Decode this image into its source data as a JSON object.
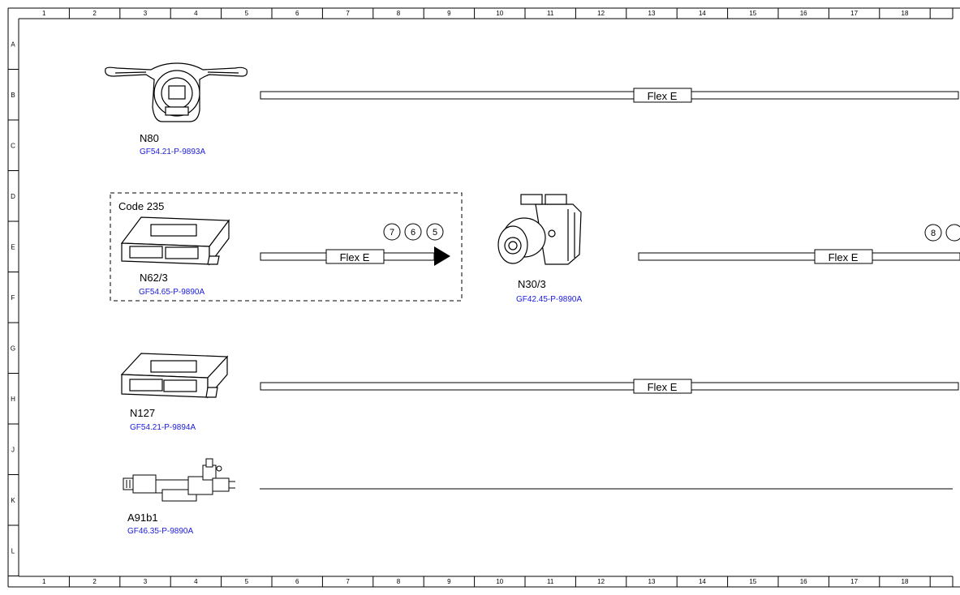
{
  "grid": {
    "columns": [
      "1",
      "2",
      "3",
      "4",
      "5",
      "6",
      "7",
      "8",
      "9",
      "10",
      "11",
      "12",
      "13",
      "14",
      "15",
      "16",
      "17",
      "18"
    ],
    "rows": [
      "A",
      "B",
      "C",
      "D",
      "E",
      "F",
      "G",
      "H",
      "J",
      "K",
      "L"
    ]
  },
  "components": {
    "n80": {
      "name": "N80",
      "ref": "GF54.21-P-9893A"
    },
    "n62_3": {
      "name": "N62/3",
      "ref": "GF54.65-P-9890A"
    },
    "n30_3": {
      "name": "N30/3",
      "ref": "GF42.45-P-9890A"
    },
    "n127": {
      "name": "N127",
      "ref": "GF54.21-P-9894A"
    },
    "a91b1": {
      "name": "A91b1",
      "ref": "GF46.35-P-9890A"
    }
  },
  "option_box": {
    "label": "Code 235"
  },
  "bus_label": "Flex E",
  "markers": {
    "arrow_group": [
      "7",
      "6",
      "5"
    ],
    "right_group": [
      "8"
    ]
  },
  "colors": {
    "line": "#000000",
    "link": "#1a1adc",
    "background": "#ffffff"
  }
}
